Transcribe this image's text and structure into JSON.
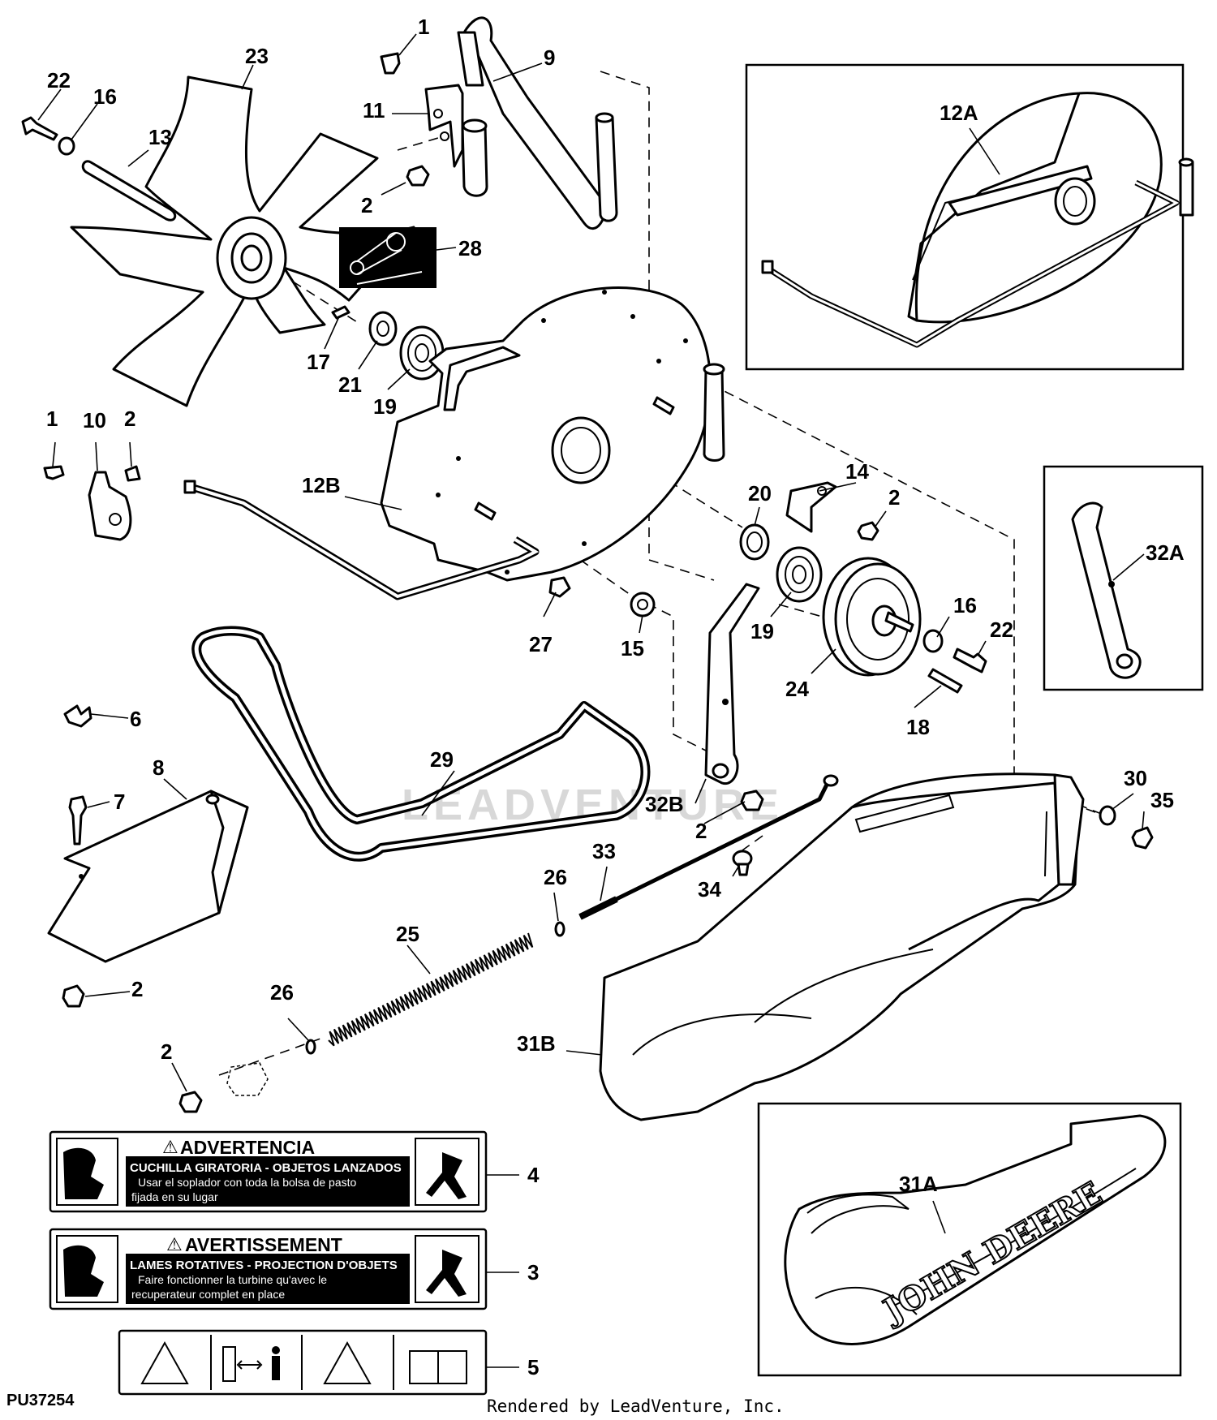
{
  "figure_id": "PU37254",
  "footer": "Rendered by LeadVenture, Inc.",
  "watermark": "LEADVENTURE",
  "inset_labels": {
    "logo_text": "JOHN DEERE"
  },
  "decal_spanish": {
    "title": "ADVERTENCIA",
    "line1": "CUCHILLA GIRATORIA - OBJETOS LANZADOS",
    "line2": "Usar el soplador con toda la bolsa de pasto",
    "line3": "fijada en su lugar"
  },
  "decal_french": {
    "title": "AVERTISSEMENT",
    "line1": "LAMES ROTATIVES - PROJECTION D'OBJETS",
    "line2": "Faire fonctionner la turbine qu'avec le",
    "line3": "recuperateur complet en place"
  },
  "callouts": {
    "c1a": "1",
    "c9": "9",
    "c22a": "22",
    "c23": "23",
    "c16a": "16",
    "c13": "13",
    "c11": "11",
    "c2a": "2",
    "c28": "28",
    "c12a": "12A",
    "c17": "17",
    "c21": "21",
    "c19a": "19",
    "c1b": "1",
    "c10": "10",
    "c2b": "2",
    "c12b": "12B",
    "c14": "14",
    "c2c": "2",
    "c20": "20",
    "c32a": "32A",
    "c27": "27",
    "c15": "15",
    "c19b": "19",
    "c16b": "16",
    "c22b": "22",
    "c24": "24",
    "c18": "18",
    "c6": "6",
    "c8": "8",
    "c29": "29",
    "c7": "7",
    "c32b": "32B",
    "c2d": "2",
    "c30": "30",
    "c35": "35",
    "c33": "33",
    "c34": "34",
    "c26a": "26",
    "c25": "25",
    "c2e": "2",
    "c26b": "26",
    "c31b": "31B",
    "c2f": "2",
    "c4": "4",
    "c31a": "31A",
    "c3": "3",
    "c5": "5"
  }
}
